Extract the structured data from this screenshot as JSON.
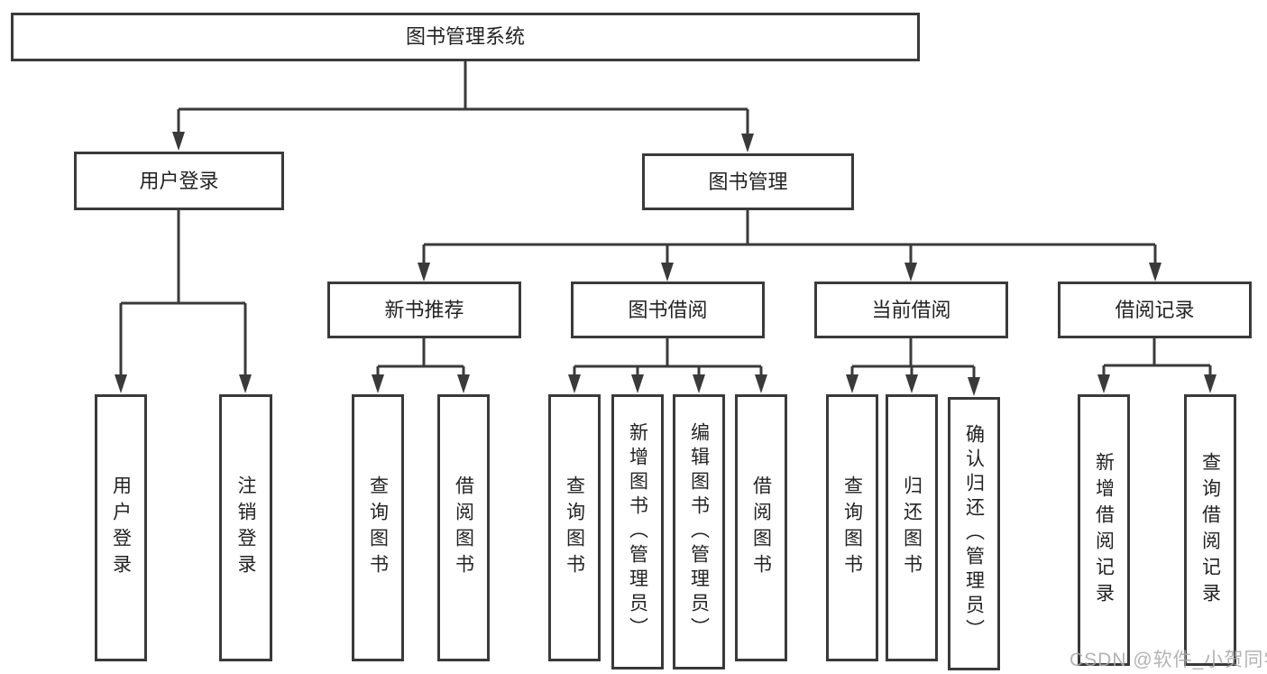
{
  "root": {
    "label": "图书管理系统"
  },
  "level2": {
    "user_login": "用户登录",
    "book_mgmt": "图书管理"
  },
  "level3": {
    "new_books": "新书推荐",
    "borrow": "图书借阅",
    "current": "当前借阅",
    "records": "借阅记录"
  },
  "leaves": {
    "user_login": [
      "用户登录",
      "注销登录"
    ],
    "new_books": [
      "查询图书",
      "借阅图书"
    ],
    "borrow": [
      "查询图书",
      "新增图书（管理员）",
      "编辑图书（管理员）",
      "借阅图书"
    ],
    "current": [
      "查询图书",
      "归还图书",
      "确认归还（管理员）"
    ],
    "records": [
      "新增借阅记录",
      "查询借阅记录"
    ]
  },
  "watermark": "CSDN @软件_小贺同学",
  "colors": {
    "line": "#3a3a3a",
    "text": "#232323",
    "watermark": "#a8a8a8",
    "background": "#ffffff"
  }
}
